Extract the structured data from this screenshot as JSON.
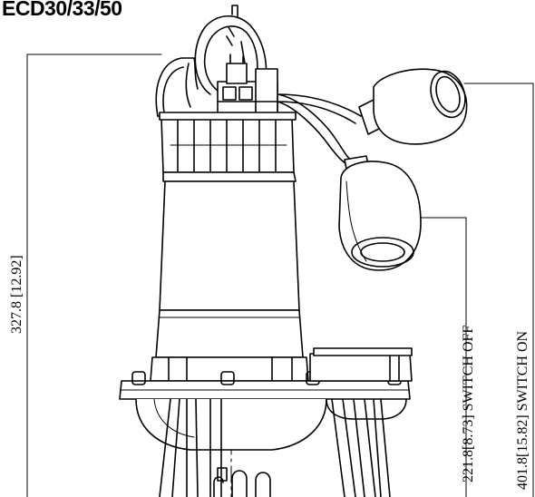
{
  "title": "ECD30/33/50",
  "dimensions": {
    "overall_height": "327.8 [12.92]",
    "switch_off": "221.8[8.73] SWITCH OFF",
    "switch_on": "401.8[15.82] SWITCH ON"
  },
  "colors": {
    "line": "#000000",
    "background": "#ffffff"
  }
}
